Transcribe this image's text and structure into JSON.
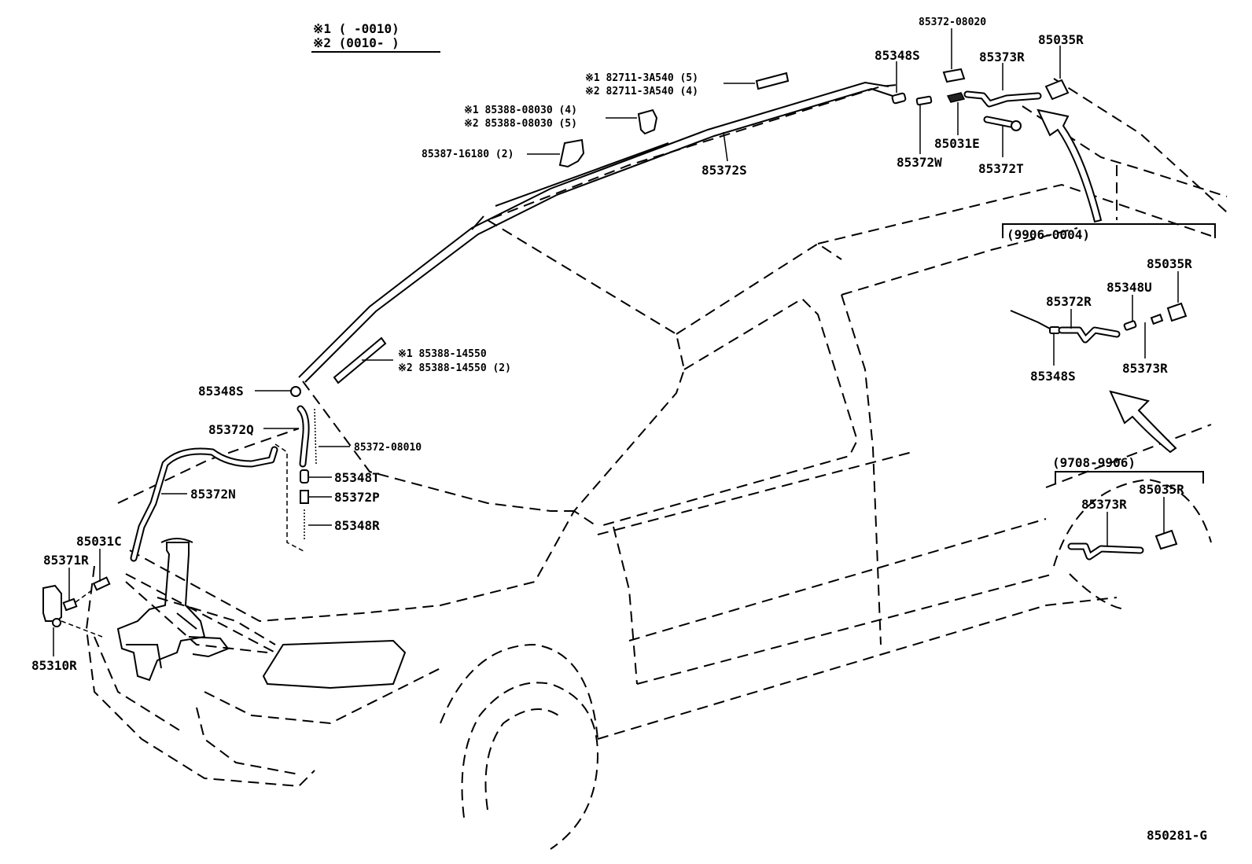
{
  "legend": {
    "line1": "※1 (     -0010)",
    "line2": "※2 (0010-      )"
  },
  "labels": {
    "p_85372_08020": "85372-08020",
    "p_85035R_top": "85035R",
    "p_85348S_top": "85348S",
    "p_85373R_top": "85373R",
    "p_82711_1": "※1 82711-3A540 (5)",
    "p_82711_2": "※2 82711-3A540 (4)",
    "p_85388_08030_1": "※1 85388-08030 (4)",
    "p_85388_08030_2": "※2 85388-08030 (5)",
    "p_85387": "85387-16180 (2)",
    "p_85372S": "85372S",
    "p_85372W": "85372W",
    "p_85031E": "85031E",
    "p_85372T": "85372T",
    "p_85388_14550_1": "※1 85388-14550",
    "p_85388_14550_2": "※2 85388-14550 (2)",
    "p_85348S_mid": "85348S",
    "p_85372Q": "85372Q",
    "p_85372_08010": "85372-08010",
    "p_85348T": "85348T",
    "p_85372P": "85372P",
    "p_85348R": "85348R",
    "p_85372N": "85372N",
    "p_85031C": "85031C",
    "p_85371R": "85371R",
    "p_85310R": "85310R",
    "inset1_range": "(9906-0004)",
    "inset1_85035R": "85035R",
    "inset1_85348U": "85348U",
    "inset1_85372R": "85372R",
    "inset1_85348S": "85348S",
    "inset1_85373R": "85373R",
    "inset2_range": "(9708-9906)",
    "inset2_85373R": "85373R",
    "inset2_85035R": "85035R",
    "figure_code": "850281-G"
  }
}
